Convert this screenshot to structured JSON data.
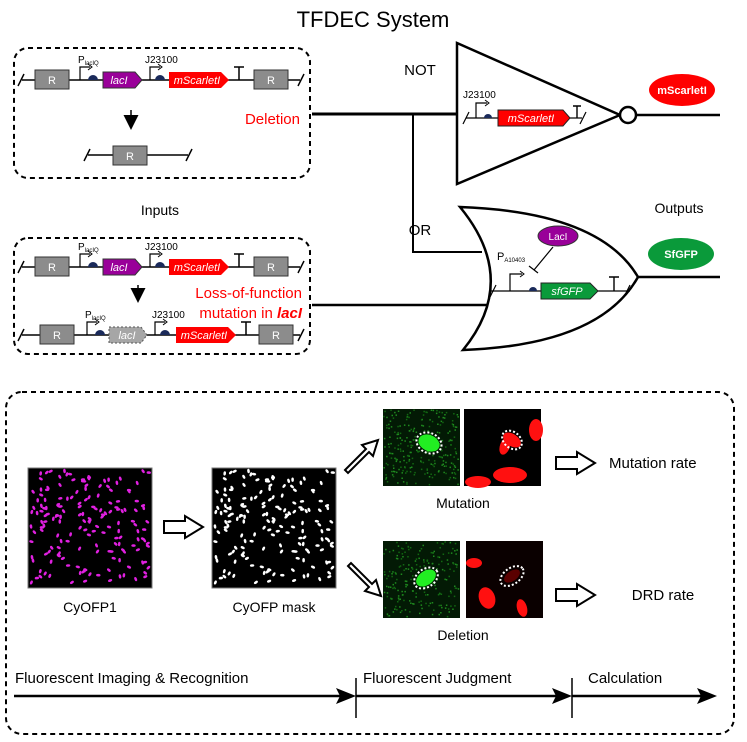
{
  "title": "TFDEC System",
  "inputs_label": "Inputs",
  "outputs_label": "Outputs",
  "colors": {
    "lacI": "#990099",
    "mScarletI": "#ff0000",
    "sfGFP": "#0a9a3a",
    "part_gray": "#8c8c8c",
    "promoter_rbs": "#1a2a5a",
    "annotation_red": "#ff0000"
  },
  "deletion_box": {
    "promoter1": "P",
    "promoter1_sub": "lacIQ",
    "promoter2": "J23100",
    "gene1": "lacI",
    "gene2": "mScarletI",
    "site": "R",
    "label": "Deletion"
  },
  "mutation_box": {
    "promoter1": "P",
    "promoter1_sub": "lacIQ",
    "promoter2": "J23100",
    "gene1": "lacI",
    "gene2": "mScarletI",
    "site": "R",
    "label_line1": "Loss-of-function",
    "label_line2_prefix": "mutation in ",
    "label_line2_gene": "lacI"
  },
  "not_gate": {
    "label": "NOT",
    "promoter": "J23100",
    "gene": "mScarletI",
    "output": "mScarletI"
  },
  "or_gate": {
    "label": "OR",
    "promoter": "P",
    "promoter_sub": "A10403",
    "repressor": "LacI",
    "gene": "sfGFP",
    "output": "SfGFP"
  },
  "workflow": {
    "image1_label": "CyOFP1",
    "image2_label": "CyOFP mask",
    "branch_top_label": "Mutation",
    "branch_bottom_label": "Deletion",
    "result_top": "Mutation rate",
    "result_bottom": "DRD rate",
    "stages": [
      "Fluorescent Imaging & Recognition",
      "Fluorescent Judgment",
      "Calculation"
    ]
  }
}
